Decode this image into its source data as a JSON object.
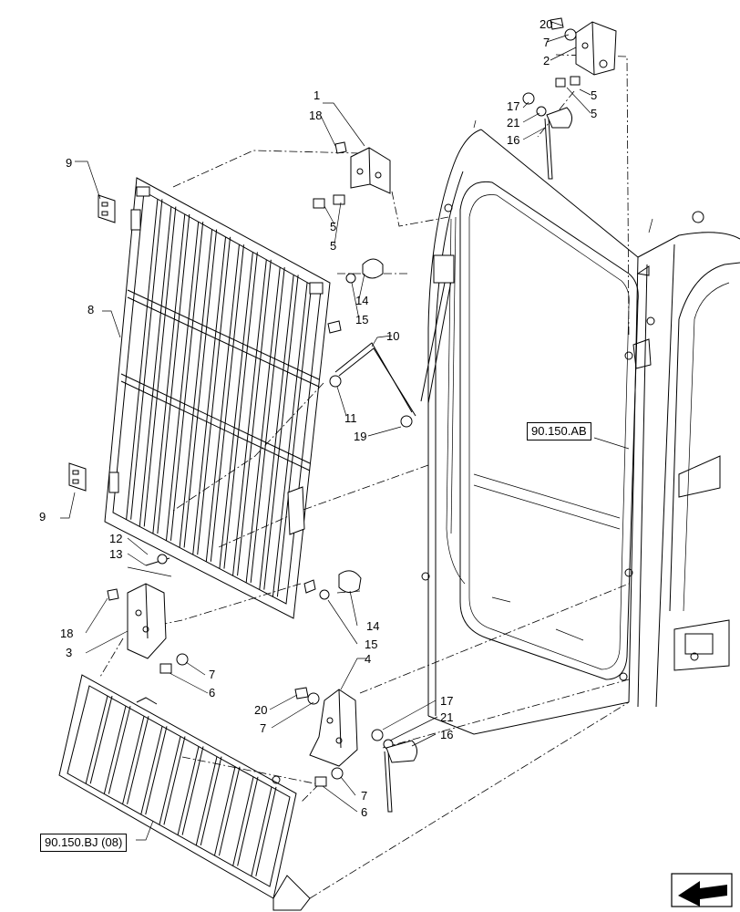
{
  "callouts": {
    "n1": "1",
    "n2": "2",
    "n3": "3",
    "n4": "4",
    "n5a": "5",
    "n5b": "5",
    "n5c": "5",
    "n5d": "5",
    "n6a": "6",
    "n6b": "6",
    "n7a": "7",
    "n7b": "7",
    "n7c": "7",
    "n7d": "7",
    "n8": "8",
    "n9a": "9",
    "n9b": "9",
    "n10": "10",
    "n11": "11",
    "n12": "12",
    "n13": "13",
    "n14a": "14",
    "n14b": "14",
    "n15a": "15",
    "n15b": "15",
    "n16a": "16",
    "n16b": "16",
    "n17a": "17",
    "n17b": "17",
    "n18a": "18",
    "n18b": "18",
    "n19": "19",
    "n20a": "20",
    "n20b": "20",
    "n21a": "21",
    "n21b": "21"
  },
  "references": {
    "cab": "90.150.AB",
    "guard": "90.150.BJ (08)"
  },
  "icons": {
    "orientation": "arrow-icon"
  }
}
